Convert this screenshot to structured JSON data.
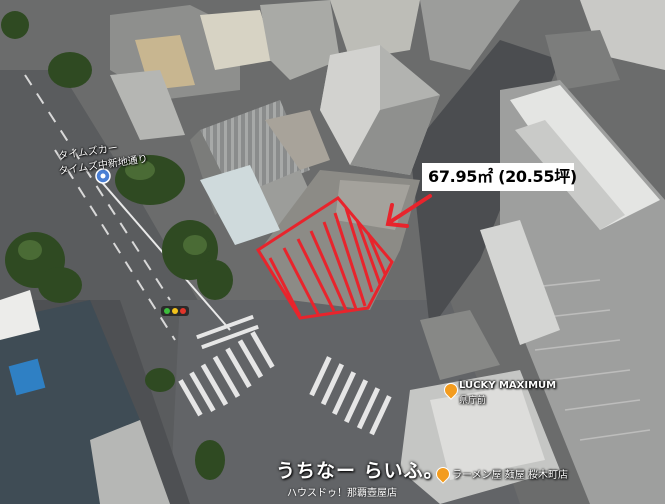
{
  "map": {
    "view": "satellite-3d",
    "area_label": "67.95㎡ (20.55坪)",
    "highlight_color": "#e8242c",
    "street_labels": [
      {
        "text": "タイムズカー",
        "color": "#ffffff"
      },
      {
        "text": "タイムズ中新地通り",
        "color": "#ffffff"
      }
    ],
    "pois": [
      {
        "name": "LUCKY MAXIMUM",
        "sub": "県庁前",
        "icon": "orange-pin-icon"
      },
      {
        "name": "ラーメン屋 麺屋 桜木町店",
        "sub": "",
        "icon": "orange-pin-icon"
      }
    ],
    "traffic_light": [
      "#3dbd3d",
      "#f2c21c",
      "#e0352b"
    ],
    "watermark": {
      "title": "うちなー らいふ。",
      "subtitle": "ハウスドゥ！那覇壺屋店"
    }
  }
}
